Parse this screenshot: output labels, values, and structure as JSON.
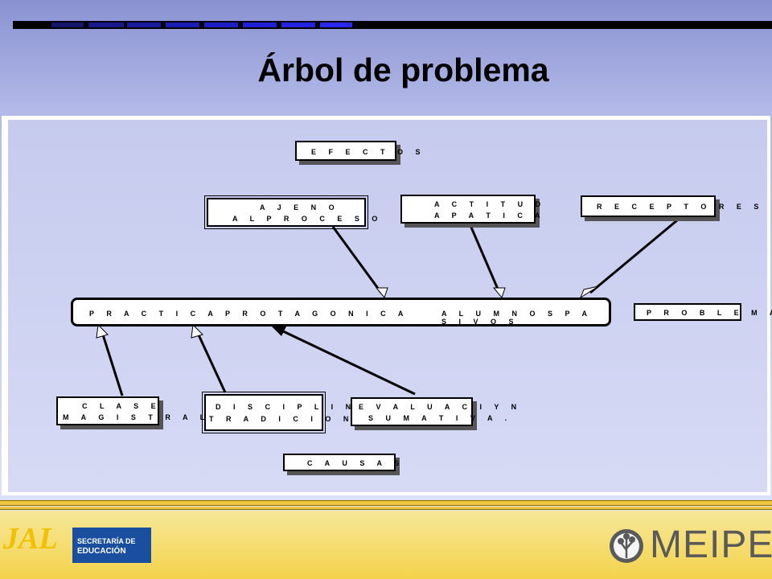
{
  "title": "Árbol de problema",
  "diagram": {
    "efectos": "E F E C T O S",
    "ajeno_1": "A J E N O",
    "ajeno_2": "A L   P R O C E S O",
    "actitud_1": "A C T I T U D",
    "actitud_2": "A P A T I C A",
    "receptores": "R E C E P T O R E S",
    "main_left": "P R A C T I C A   P R O T A G O N I C A",
    "main_right": "A L U M N O S   P A S I V O S",
    "problema": "P R O B L E M A",
    "clase_1": "C L A S E",
    "clase_2": "M A G I S T R A L",
    "disciplina_1": "D I S C I P L I N A",
    "disciplina_2": "T R A D I C I O N A L",
    "evaluacion_1": "E V A L U A C I Y N",
    "evaluacion_2": "S U M A T I V A .",
    "causas": "C A U S A S"
  },
  "footer": {
    "jal": "JAL",
    "secretaria_1": "SECRETARÍA DE",
    "secretaria_2": "EDUCACIÓN",
    "meipe": "MEIPE"
  },
  "colors": {
    "accent_blue": "#1a1ad6",
    "footer_yellow": "#f3d24a"
  }
}
